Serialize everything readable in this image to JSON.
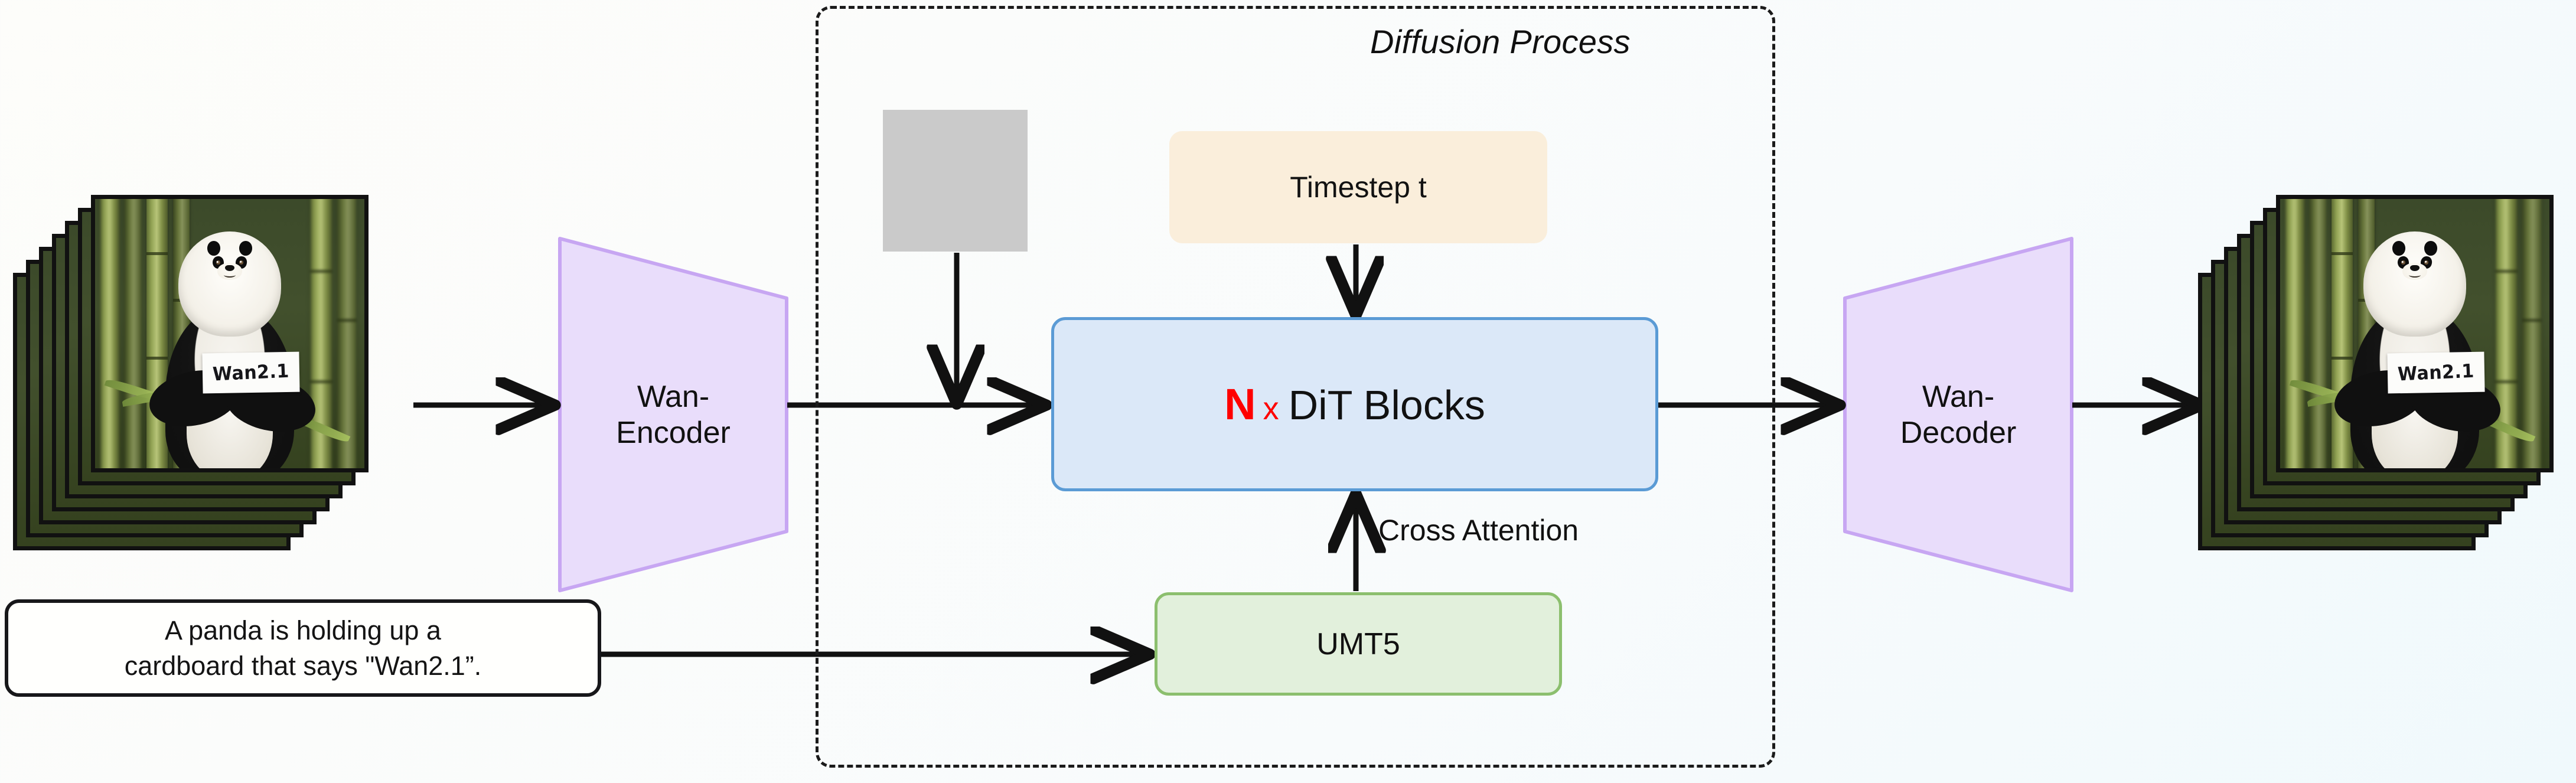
{
  "diagram": {
    "title": "Wan2.1 text-to-video diffusion pipeline",
    "background_start": "#fdfdfa",
    "background_end": "#f0f9fc"
  },
  "diffusion": {
    "title": "Diffusion Process",
    "border_style": "dash-dot",
    "border_color": "#1b1b1b"
  },
  "input": {
    "frames_label": "Wan2.1",
    "frame_count": 7,
    "sign_text": "Wan2.1"
  },
  "output": {
    "frames_label": "Wan2.1",
    "frame_count": 7,
    "sign_text": "Wan2.1"
  },
  "prompt": {
    "text": "A panda is holding up a cardboard that says \"Wan2.1”.",
    "line1": "A panda is holding up a",
    "line2": "cardboard that says \"Wan2.1”."
  },
  "encoder": {
    "line1": "Wan-",
    "line2": "Encoder",
    "fill": "#e9ddfb",
    "stroke": "#c7a6f2"
  },
  "decoder": {
    "line1": "Wan-",
    "line2": "Decoder",
    "fill": "#e9ddfb",
    "stroke": "#c7a6f2"
  },
  "timestep": {
    "label": "Timestep t",
    "fill": "#faeedb"
  },
  "dit": {
    "n": "N",
    "times": "x",
    "label": "DiT Blocks",
    "full_label": "N x DiT Blocks",
    "n_color": "#ff0000",
    "fill": "#dbe8f8",
    "stroke": "#5b9bd5"
  },
  "text_encoder": {
    "label": "UMT5",
    "fill": "#e2f0dc",
    "stroke": "#8cbf6e"
  },
  "cross_attention": {
    "label": "Cross Attention"
  },
  "noise": {
    "label": "noise-latent-patch"
  },
  "arrows": [
    {
      "name": "frames-to-encoder",
      "from": "input-frames",
      "to": "wan-encoder"
    },
    {
      "name": "encoder-to-dit",
      "from": "wan-encoder",
      "to": "dit-blocks"
    },
    {
      "name": "noise-to-latent",
      "from": "noise-patch",
      "to": "latent-path"
    },
    {
      "name": "timestep-to-dit",
      "from": "timestep",
      "to": "dit-blocks"
    },
    {
      "name": "umt5-to-dit",
      "from": "umt5",
      "to": "dit-blocks",
      "label": "Cross Attention"
    },
    {
      "name": "prompt-to-umt5",
      "from": "prompt-box",
      "to": "umt5"
    },
    {
      "name": "dit-to-decoder",
      "from": "dit-blocks",
      "to": "wan-decoder"
    },
    {
      "name": "decoder-to-frames",
      "from": "wan-decoder",
      "to": "output-frames"
    }
  ]
}
